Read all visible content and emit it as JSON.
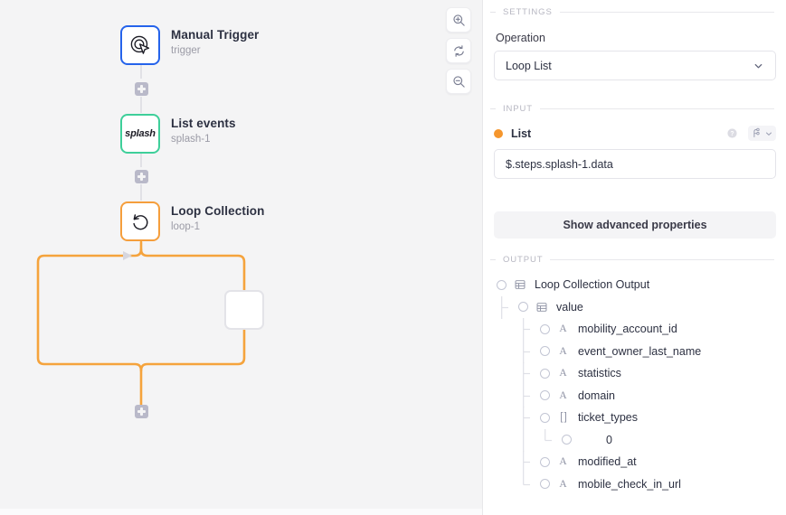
{
  "canvas": {
    "zoom_controls": [
      {
        "name": "zoom-in-button",
        "icon": "zoom-in-icon"
      },
      {
        "name": "fit-view-button",
        "icon": "refresh-icon"
      },
      {
        "name": "zoom-out-button",
        "icon": "zoom-out-icon"
      }
    ],
    "nodes": [
      {
        "title": "Manual Trigger",
        "subtitle": "trigger",
        "icon": "cursor-target-icon",
        "accent": "#2563eb"
      },
      {
        "title": "List events",
        "subtitle": "splash-1",
        "icon": "splash-logo",
        "logo_text": "splash",
        "accent": "#3ecf9a"
      },
      {
        "title": "Loop Collection",
        "subtitle": "loop-1",
        "icon": "loop-arrow-icon",
        "accent": "#f59e3c"
      }
    ],
    "loop_path_color": "#f5a33c",
    "connector_color": "#dcdce2"
  },
  "panel": {
    "settings": {
      "heading": "SETTINGS",
      "operation_label": "Operation",
      "operation_value": "Loop List"
    },
    "input": {
      "heading": "INPUT",
      "field_name": "List",
      "field_value": "$.steps.splash-1.data",
      "help_icon": "help-circle-icon",
      "variable_icon": "variable-icon"
    },
    "advanced_button": "Show advanced properties",
    "output": {
      "heading": "OUTPUT",
      "rows": [
        {
          "label": "Loop Collection Output",
          "type": "object",
          "depth": 0
        },
        {
          "label": "value",
          "type": "object",
          "depth": 1
        },
        {
          "label": "mobility_account_id",
          "type": "string",
          "depth": 2
        },
        {
          "label": "event_owner_last_name",
          "type": "string",
          "depth": 2
        },
        {
          "label": "statistics",
          "type": "string",
          "depth": 2
        },
        {
          "label": "domain",
          "type": "string",
          "depth": 2
        },
        {
          "label": "ticket_types",
          "type": "array",
          "depth": 2
        },
        {
          "label": "0",
          "type": "none",
          "depth": 3
        },
        {
          "label": "modified_at",
          "type": "string",
          "depth": 2
        },
        {
          "label": "mobile_check_in_url",
          "type": "string",
          "depth": 2
        }
      ]
    }
  }
}
